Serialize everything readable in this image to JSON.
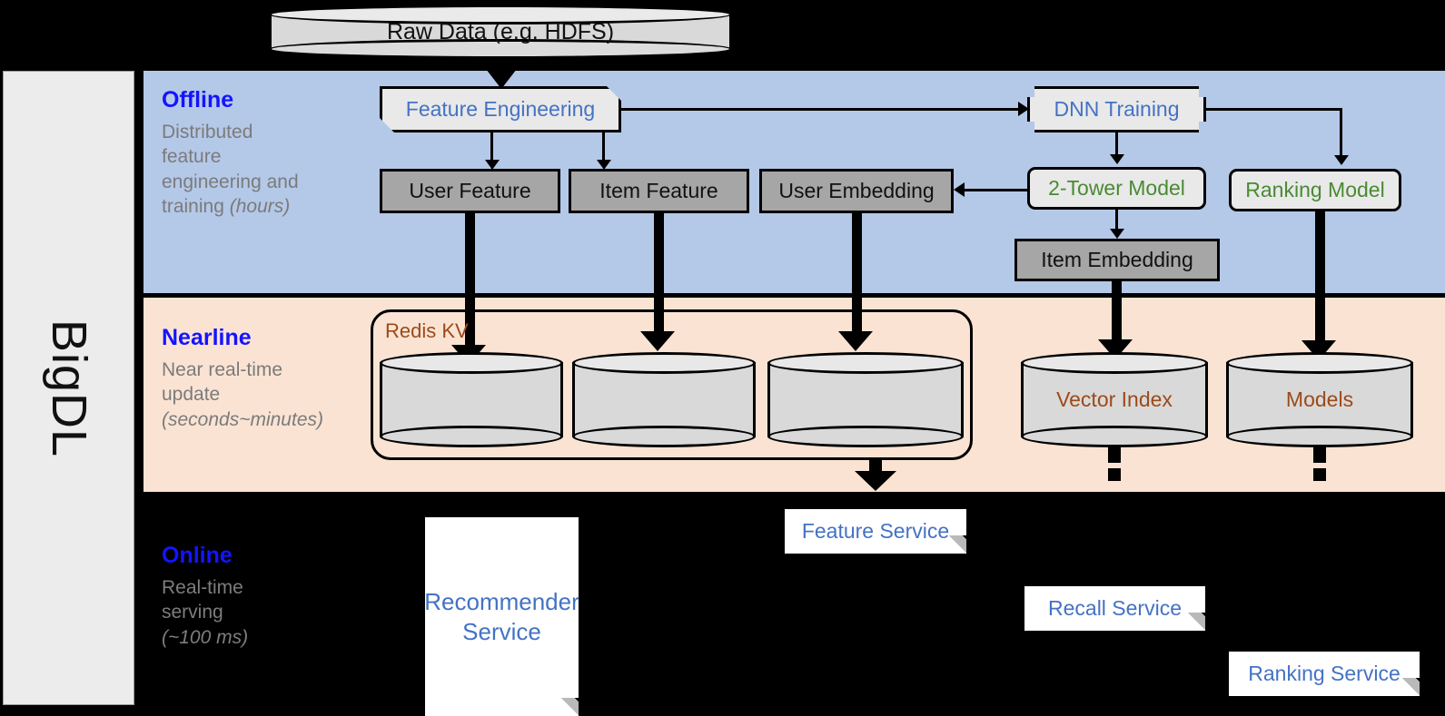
{
  "framework": {
    "name": "BigDL"
  },
  "top": {
    "raw_data": {
      "label": "Raw Data (e.g. HDFS)",
      "shape": "cylinder"
    }
  },
  "bands": [
    {
      "id": "offline",
      "title": "Offline",
      "description_lines": [
        "Distributed",
        "feature",
        "engineering and",
        "training "
      ],
      "description_italic": "(hours)",
      "color": "#b4c8e8"
    },
    {
      "id": "nearline",
      "title": "Nearline",
      "description_lines": [
        "Near real-time",
        "update "
      ],
      "description_italic": "(seconds~minutes)",
      "color": "#fae3d3"
    },
    {
      "id": "online",
      "title": "Online",
      "description_lines": [
        "Real-time",
        "serving "
      ],
      "description_italic": "(~100 ms)",
      "color": "#000000"
    }
  ],
  "offline": {
    "feature_engineering": {
      "label": "Feature Engineering",
      "shape": "flag",
      "text_color": "#4472c4"
    },
    "dnn_training": {
      "label": "DNN Training",
      "shape": "card",
      "text_color": "#4472c4"
    },
    "user_feature": {
      "label": "User Feature",
      "shape": "rect",
      "text_color": "#111111"
    },
    "item_feature": {
      "label": "Item Feature",
      "shape": "rect",
      "text_color": "#111111"
    },
    "user_embedding": {
      "label": "User Embedding",
      "shape": "rect",
      "text_color": "#111111"
    },
    "two_tower_model": {
      "label": "2-Tower Model",
      "shape": "rounded",
      "text_color": "#4a8a33"
    },
    "ranking_model": {
      "label": "Ranking Model",
      "shape": "rounded",
      "text_color": "#4a8a33"
    },
    "item_embedding": {
      "label": "Item Embedding",
      "shape": "rect",
      "text_color": "#111111"
    }
  },
  "nearline": {
    "redis_kv": {
      "label": "Redis KV",
      "text_color": "#9c4a1a"
    },
    "redis_stores": [
      {
        "label": ""
      },
      {
        "label": ""
      },
      {
        "label": ""
      }
    ],
    "vector_index": {
      "label": "Vector Index",
      "text_color": "#9c4a1a"
    },
    "models": {
      "label": "Models",
      "text_color": "#9c4a1a"
    }
  },
  "online": {
    "recommender_service": {
      "label_line1": "Recommender",
      "label_line2": "Service",
      "text_color": "#4472c4"
    },
    "feature_service": {
      "label": "Feature Service",
      "text_color": "#4472c4"
    },
    "recall_service": {
      "label": "Recall Service",
      "text_color": "#4472c4"
    },
    "ranking_service": {
      "label": "Ranking Service",
      "text_color": "#4472c4"
    }
  },
  "palette": {
    "offline_band": "#b4c8e8",
    "nearline_band": "#fae3d3",
    "online_band": "#000000",
    "gray_box": "#a6a6a6",
    "light_box": "#e9e9e9",
    "blue_text": "#4472c4",
    "green_text": "#4a8a33",
    "brown_text": "#9c4a1a",
    "title_blue": "#1414ff",
    "desc_gray": "#7b7b7b"
  }
}
